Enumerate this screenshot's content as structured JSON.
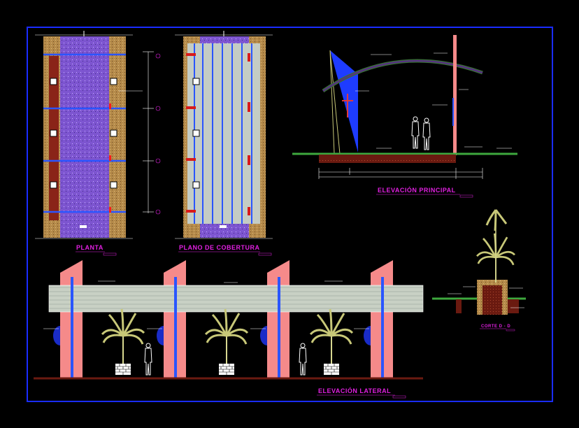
{
  "drawing": {
    "titles": {
      "planta": "PLANTA",
      "cobertura": "PLANO DE COBERTURA",
      "principal": "ELEVACIÓN PRINCIPAL",
      "lateral": "ELEVACIÓN LATERAL",
      "corte": "CORTE D - D"
    },
    "colors": {
      "background": "#000000",
      "frame": "#1a2cff",
      "title_text": "#e020e0",
      "brick": "#b58a4a",
      "floor": "#8a5cd8",
      "beam_blue": "#1e46ff",
      "column_red": "#a02a1a",
      "wall_pink": "#f58a8a",
      "roof_panel": "#c8d2c8",
      "vegetation": "#c8c878",
      "grass": "#3ea83e"
    },
    "icons": [
      "person-icon",
      "palm-plant-icon",
      "brick-planter-icon",
      "cross-icon"
    ]
  }
}
